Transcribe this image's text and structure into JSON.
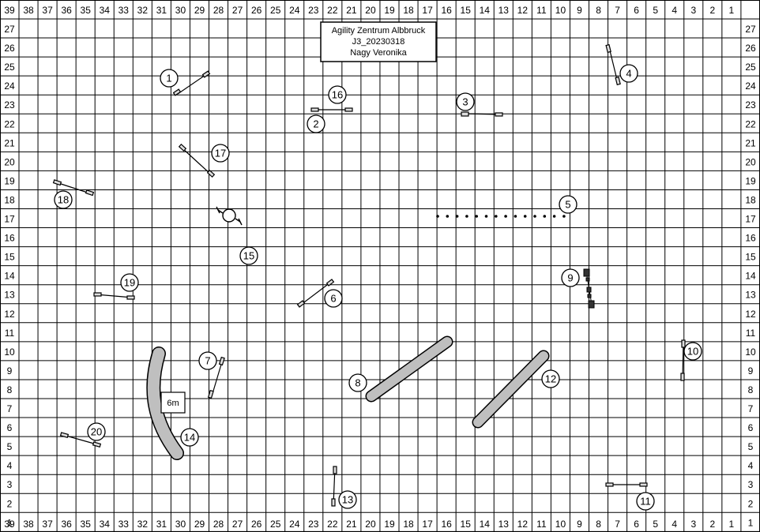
{
  "title": {
    "line1": "Agility Zentrum Albbruck",
    "line2": "J3_20230318",
    "line3": "Nagy Veronika"
  },
  "axes": {
    "columns": [
      "39",
      "38",
      "37",
      "36",
      "35",
      "34",
      "33",
      "32",
      "31",
      "30",
      "29",
      "28",
      "27",
      "26",
      "25",
      "24",
      "23",
      "22",
      "21",
      "20",
      "19",
      "18",
      "17",
      "16",
      "15",
      "14",
      "13",
      "12",
      "11",
      "10",
      "9",
      "8",
      "7",
      "6",
      "5",
      "4",
      "3",
      "2",
      "1"
    ],
    "rows": [
      "27",
      "26",
      "25",
      "24",
      "23",
      "22",
      "21",
      "20",
      "19",
      "18",
      "17",
      "16",
      "15",
      "14",
      "13",
      "12",
      "11",
      "10",
      "9",
      "8",
      "7",
      "6",
      "5",
      "4",
      "3",
      "2",
      "1"
    ]
  },
  "numbers": [
    "1",
    "2",
    "3",
    "4",
    "5",
    "6",
    "7",
    "8",
    "9",
    "10",
    "11",
    "12",
    "13",
    "14",
    "15",
    "16",
    "17",
    "18",
    "19",
    "20"
  ],
  "tunnel_label": "6m",
  "colors": {
    "grid": "#000000",
    "tunnel": "#bfbfbf",
    "background": "#ffffff"
  }
}
